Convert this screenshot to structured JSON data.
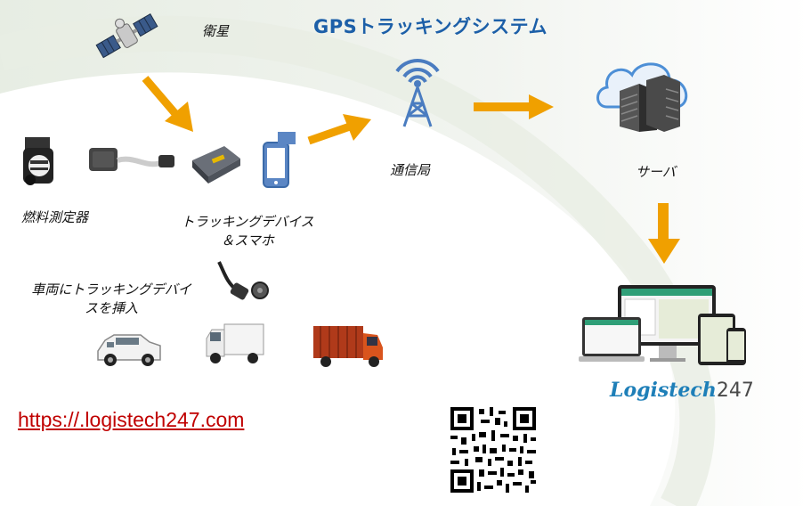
{
  "title": "GPSトラッキングシステム",
  "labels": {
    "satellite": "衛星",
    "fuel_sensor": "燃料測定器",
    "tracking_device_line1": "トラッキングデバイス",
    "tracking_device_line2": "＆スマホ",
    "cell_tower": "通信局",
    "server": "サーバ",
    "insert_line1": "車両にトラッキングデバイ",
    "insert_line2": "スを挿入"
  },
  "url": "https://.logistech247.com",
  "brand": {
    "name": "Logistech",
    "number": "247"
  },
  "colors": {
    "arrow": "#f0a000",
    "title": "#1c5fa8",
    "url": "#c00000",
    "brand": "#1e7fb8"
  },
  "icons": [
    "satellite-icon",
    "fuel-sensor-icon",
    "obd-connector-icon",
    "tracking-device-icon",
    "smartphone-icon",
    "cell-tower-icon",
    "cloud-server-icon",
    "devices-icon",
    "cable-icon",
    "suv-icon",
    "van-truck-icon",
    "cargo-truck-icon",
    "qr-code-icon"
  ]
}
